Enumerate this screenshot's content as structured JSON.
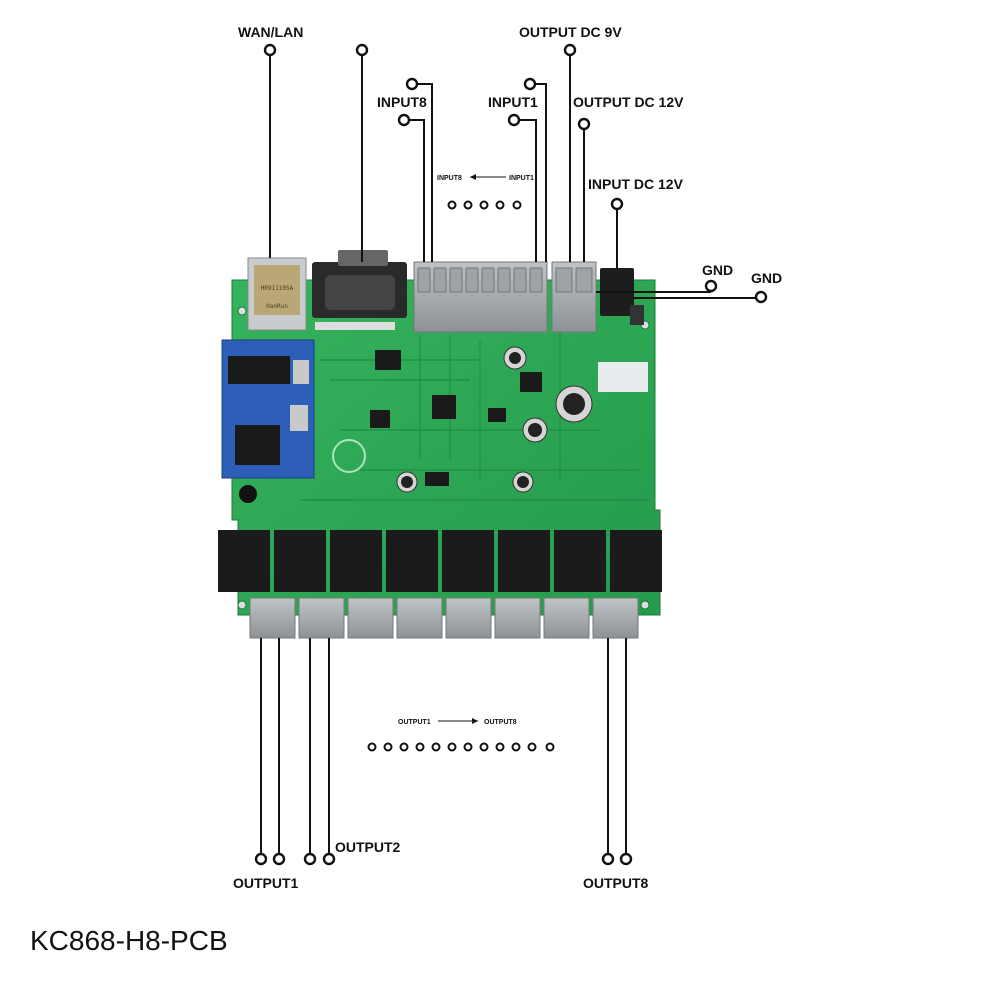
{
  "title": "KC868-H8-PCB",
  "labels": {
    "wan_lan": "WAN/LAN",
    "input8": "INPUT8",
    "input1": "INPUT1",
    "output_dc_9v": "OUTPUT DC 9V",
    "output_dc_12v": "OUTPUT DC 12V",
    "input_dc_12v": "INPUT DC 12V",
    "gnd_1": "GND",
    "gnd_2": "GND",
    "output1": "OUTPUT1",
    "output2": "OUTPUT2",
    "output8": "OUTPUT8"
  },
  "arrows": {
    "input_from": "INPUT1",
    "input_to": "INPUT8",
    "output_from": "OUTPUT1",
    "output_to": "OUTPUT8"
  },
  "module": {
    "ethernet_label": "HR911105A",
    "ethernet_brand": "HanRun"
  },
  "colors": {
    "pcb": "#2faa55",
    "pcb_dark": "#1f8a43",
    "blue_module": "#2d5fb8",
    "terminal": "#a4a9ad",
    "relay": "#1b1b1b"
  }
}
